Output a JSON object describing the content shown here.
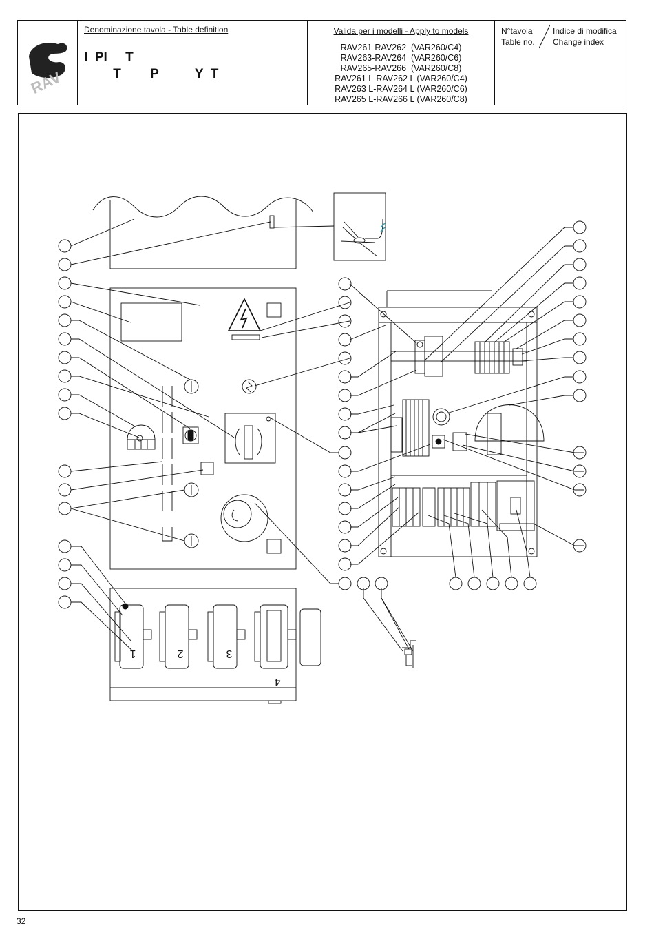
{
  "header": {
    "definition_label": "Denominazione tavola - Table definition",
    "definition_title": "I  PI     T\n        T        P          Y  T",
    "models_label": "Valida per i modelli - Apply to models",
    "models": [
      "RAV261-RAV262  (VAR260/C4)",
      "RAV263-RAV264  (VAR260/C6)",
      "RAV265-RAV266  (VAR260/C8)",
      "RAV261 L-RAV262 L (VAR260/C4)",
      "RAV263 L-RAV264 L (VAR260/C6)",
      "RAV265 L-RAV266 L (VAR260/C8)"
    ],
    "table_no_label": "N°tavola\nTable no.",
    "change_index_label": "Indice di modifica\nChange index"
  },
  "logo": {
    "text": "RAV",
    "icon": "rav-logo-icon"
  },
  "connectors": {
    "c1": "1",
    "c2": "2",
    "c3": "3",
    "c4": "4"
  },
  "page_number": "32",
  "colors": {
    "line": "#111111",
    "accent": "#2aa6b8",
    "background": "#ffffff"
  }
}
